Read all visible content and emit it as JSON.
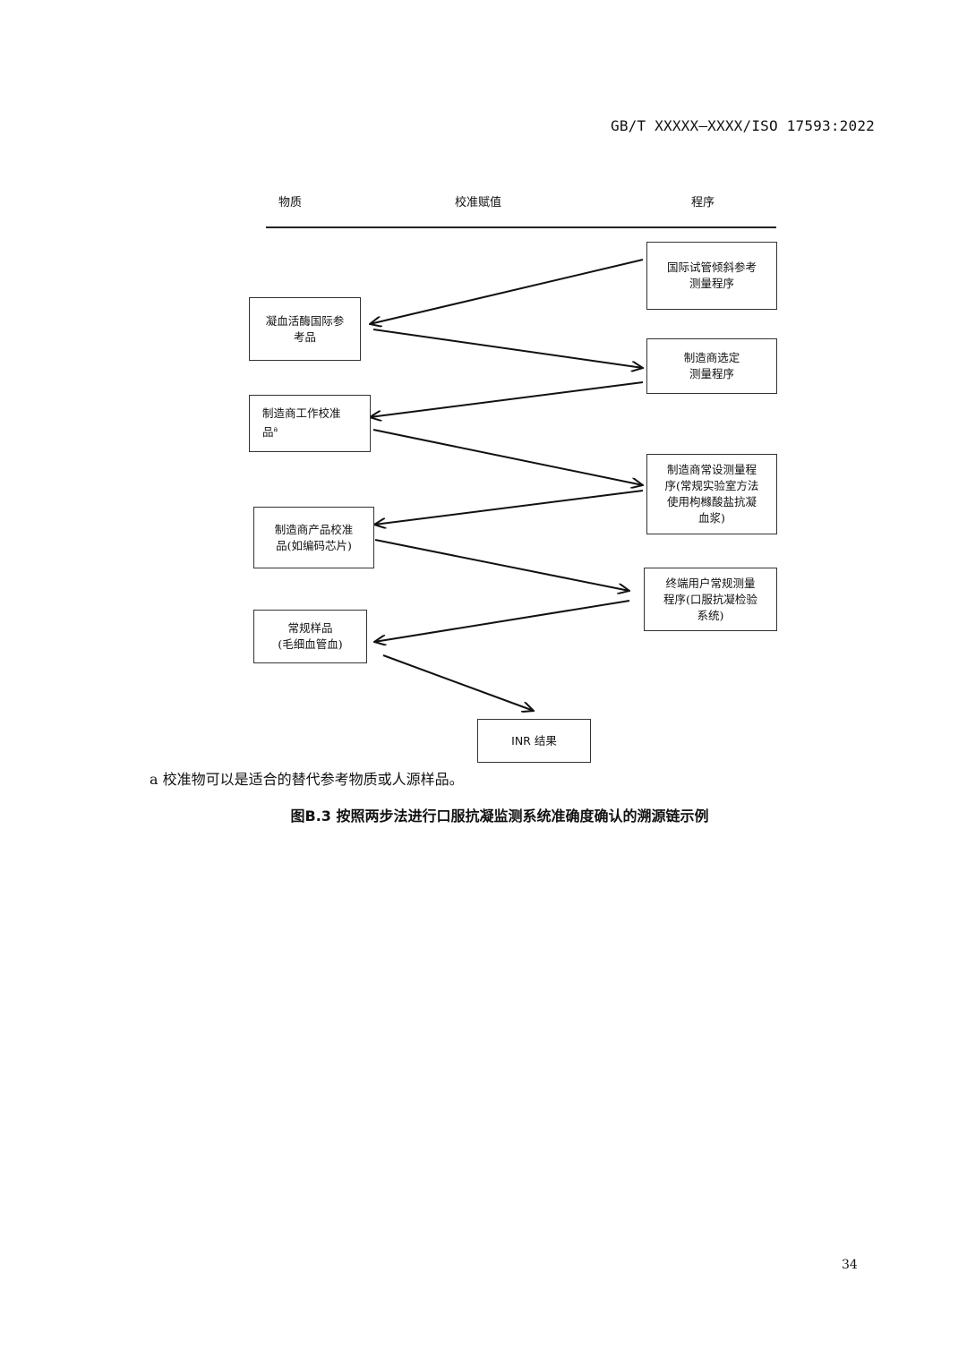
{
  "header": {
    "doc_code": "GB/T XXXXX—XXXX/ISO 17593:2022"
  },
  "columns": {
    "material": "物质",
    "calibration": "校准赋值",
    "procedure": "程序"
  },
  "boxes": {
    "intl_ref_procedure": "国际试管倾斜参考\n测量程序",
    "intl_ref_material": "凝血活酶国际参\n考品",
    "mfr_selected_procedure": "制造商选定\n测量程序",
    "mfr_working_calibrator": "制造商工作校准\n品",
    "mfr_working_calibrator_note": "a",
    "mfr_standing_procedure": "制造商常设测量程\n序(常规实验室方法\n使用枸橼酸盐抗凝\n血浆)",
    "mfr_product_calibrator": "制造商产品校准\n品(如编码芯片)",
    "end_user_procedure": "终端用户常规测量\n程序(口服抗凝检验\n系统)",
    "routine_sample": "常规样品\n(毛细血管血)",
    "inr_result": "INR 结果"
  },
  "footnote": "a 校准物可以是适合的替代参考物质或人源样品。",
  "caption": "图B.3 按照两步法进行口服抗凝监测系统准确度确认的溯源链示例",
  "page_number": "34"
}
